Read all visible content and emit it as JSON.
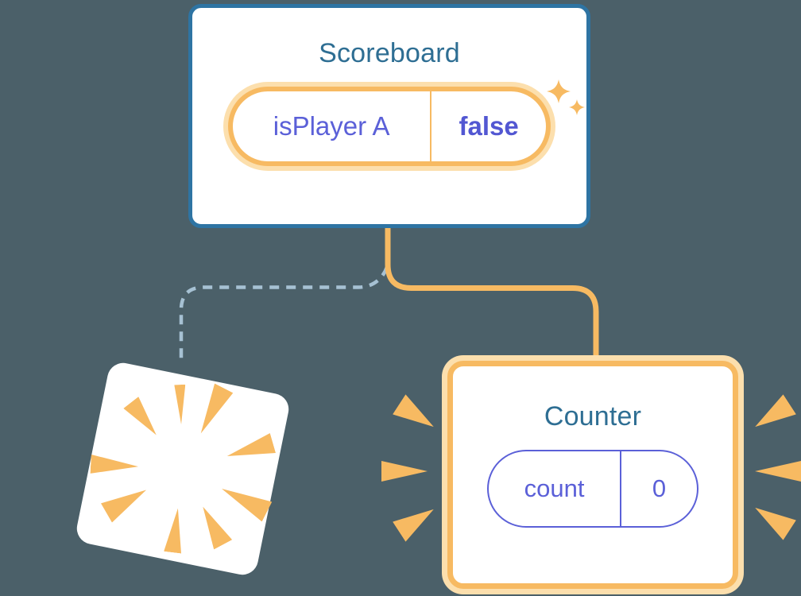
{
  "colors": {
    "bg": "#4b6069",
    "orange": "#f7ba62",
    "halo": "#fcdfad",
    "teal": "#2e6e93",
    "blueBorder": "#2e74a3",
    "indigo": "#5b60d8",
    "indigoBold": "#5257d2",
    "dash": "#a6c1d3"
  },
  "scoreboard": {
    "title": "Scoreboard",
    "state": {
      "label": "isPlayer A",
      "value": "false"
    }
  },
  "counter": {
    "title": "Counter",
    "state": {
      "label": "count",
      "value": "0"
    }
  },
  "icons": [
    "sparkle-icon",
    "poof-burst-icon",
    "emphasis-rays-icon"
  ]
}
